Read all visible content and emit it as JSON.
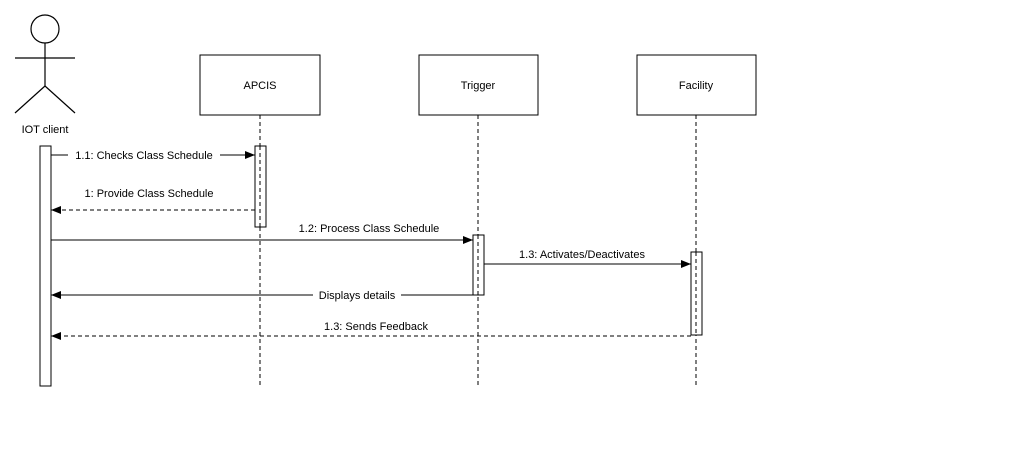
{
  "colors": {
    "line": "#000000",
    "background": "#ffffff"
  },
  "actor": {
    "label": "IOT client",
    "icon": "stick-figure-actor-icon"
  },
  "participants": [
    {
      "id": "apcis",
      "label": "APCIS"
    },
    {
      "id": "trigger",
      "label": "Trigger"
    },
    {
      "id": "facility",
      "label": "Facility"
    }
  ],
  "messages": [
    {
      "id": "m1",
      "label": "1.1: Checks Class Schedule",
      "from": "IOT client",
      "to": "APCIS",
      "kind": "sync"
    },
    {
      "id": "m2",
      "label": "1: Provide Class Schedule",
      "from": "APCIS",
      "to": "IOT client",
      "kind": "return"
    },
    {
      "id": "m3",
      "label": "1.2: Process Class Schedule",
      "from": "IOT client",
      "to": "Trigger",
      "kind": "sync"
    },
    {
      "id": "m4",
      "label": "1.3: Activates/Deactivates",
      "from": "Trigger",
      "to": "Facility",
      "kind": "sync"
    },
    {
      "id": "m5",
      "label": "Displays details",
      "from": "Trigger",
      "to": "IOT client",
      "kind": "sync"
    },
    {
      "id": "m6",
      "label": "1.3: Sends Feedback",
      "from": "Facility",
      "to": "IOT client",
      "kind": "return"
    }
  ]
}
